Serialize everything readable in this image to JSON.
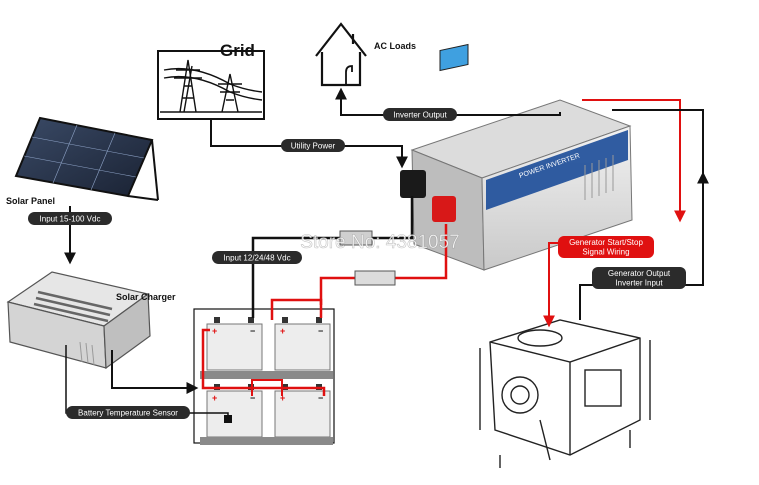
{
  "title_grid": "Grid",
  "title_ac_loads": "AC Loads",
  "title_solar_panel": "Solar Panel",
  "title_solar_charger": "Solar Charger",
  "labels": {
    "inverter_output": "Inverter Output",
    "utility_power": "Utility Power",
    "input_solar": "Input 15-100 Vdc",
    "input_battery": "Input 12/24/48 Vdc",
    "gen_signal_line1": "Generator Start/Stop",
    "gen_signal_line2": "Signal Wiring",
    "gen_output_line1": "Generator Output",
    "gen_output_line2": "Inverter Input",
    "battery_temp_sensor": "Battery Temperature Sensor"
  },
  "inverter_brand": "POWER INVERTER",
  "watermark": "Store No: 4381057",
  "colors": {
    "label_bg": "#2b2b2b",
    "red_wire": "#e01010",
    "black_wire": "#111111",
    "inverter_blue": "#1f4f9a"
  }
}
